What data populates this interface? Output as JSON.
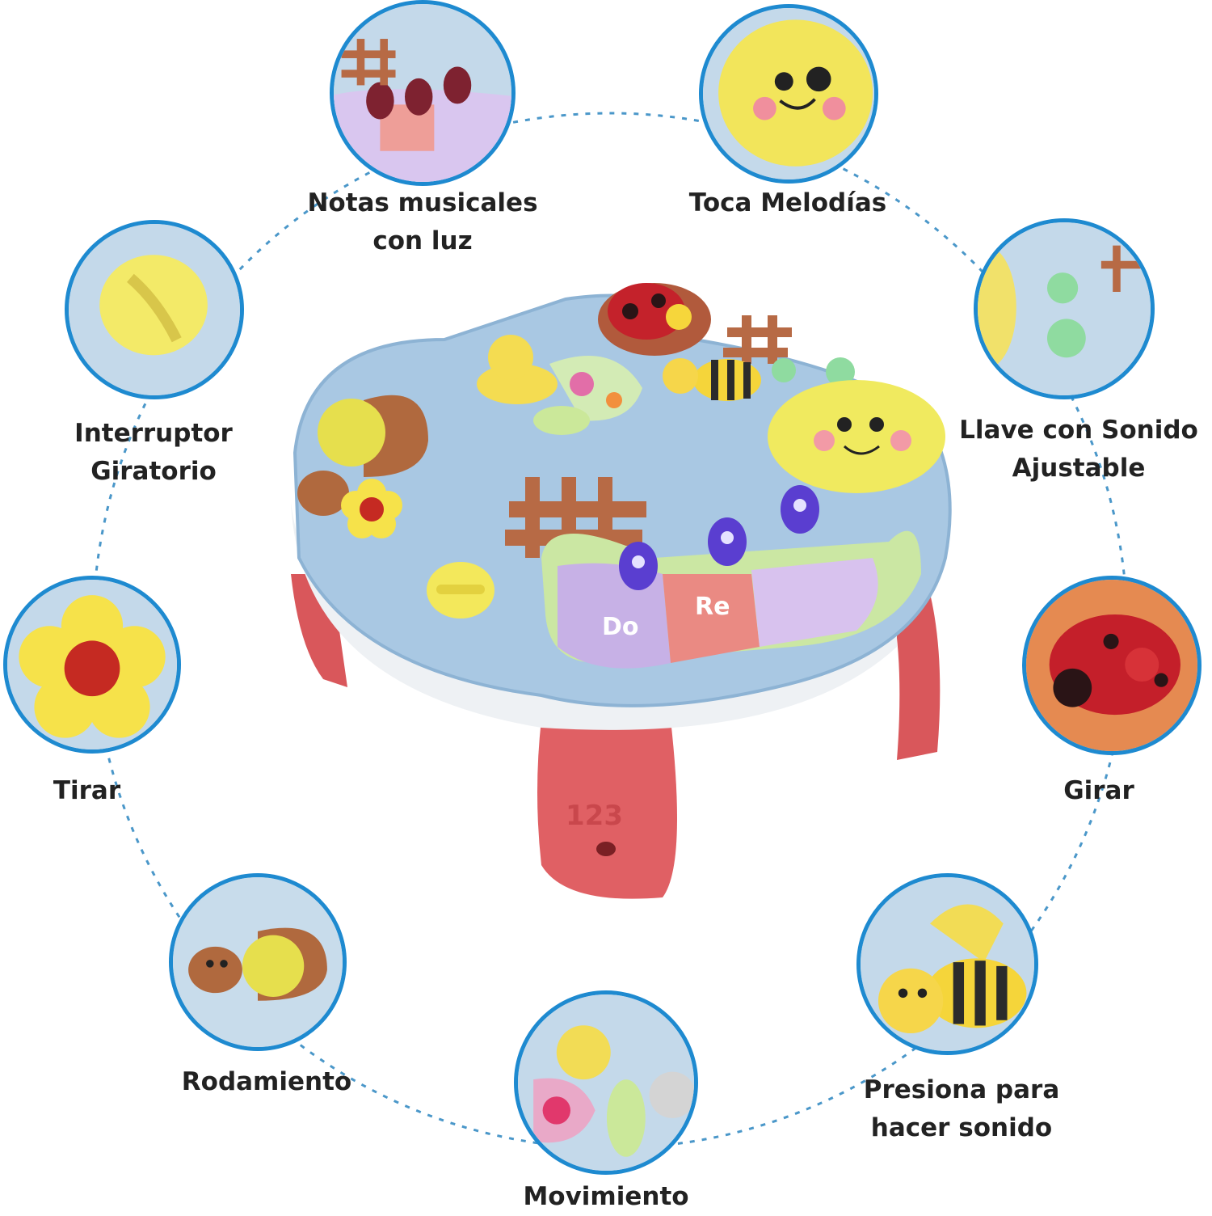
{
  "colors": {
    "ring_border": "#1e8ad0",
    "dashed_line": "#4a97c9",
    "table_top": "#a9c8e3",
    "table_legs": "#d9575b",
    "label_text": "#222222"
  },
  "features": [
    {
      "id": "notas",
      "label_lines": [
        "Notas musicales",
        "con luz"
      ],
      "icon": "light-keys-closeup"
    },
    {
      "id": "toca",
      "label_lines": [
        "Toca Melodías"
      ],
      "icon": "caterpillar-face-closeup"
    },
    {
      "id": "interruptor",
      "label_lines": [
        "Interruptor",
        "Giratorio"
      ],
      "icon": "rotary-switch-closeup"
    },
    {
      "id": "llave",
      "label_lines": [
        "Llave con Sonido",
        "Ajustable"
      ],
      "icon": "sound-key-closeup"
    },
    {
      "id": "tirar",
      "label_lines": [
        "Tirar"
      ],
      "icon": "flower-pull-closeup"
    },
    {
      "id": "girar",
      "label_lines": [
        "Girar"
      ],
      "icon": "ladybug-spin-closeup"
    },
    {
      "id": "rodamiento",
      "label_lines": [
        "Rodamiento"
      ],
      "icon": "snail-roller-closeup"
    },
    {
      "id": "presiona",
      "label_lines": [
        "Presiona para",
        "hacer sonido"
      ],
      "icon": "bee-press-closeup"
    },
    {
      "id": "movimiento",
      "label_lines": [
        "Movimiento"
      ],
      "icon": "butterfly-move-closeup"
    }
  ],
  "product": {
    "key_labels": [
      "Do",
      "Re"
    ],
    "leg_text": "123"
  }
}
